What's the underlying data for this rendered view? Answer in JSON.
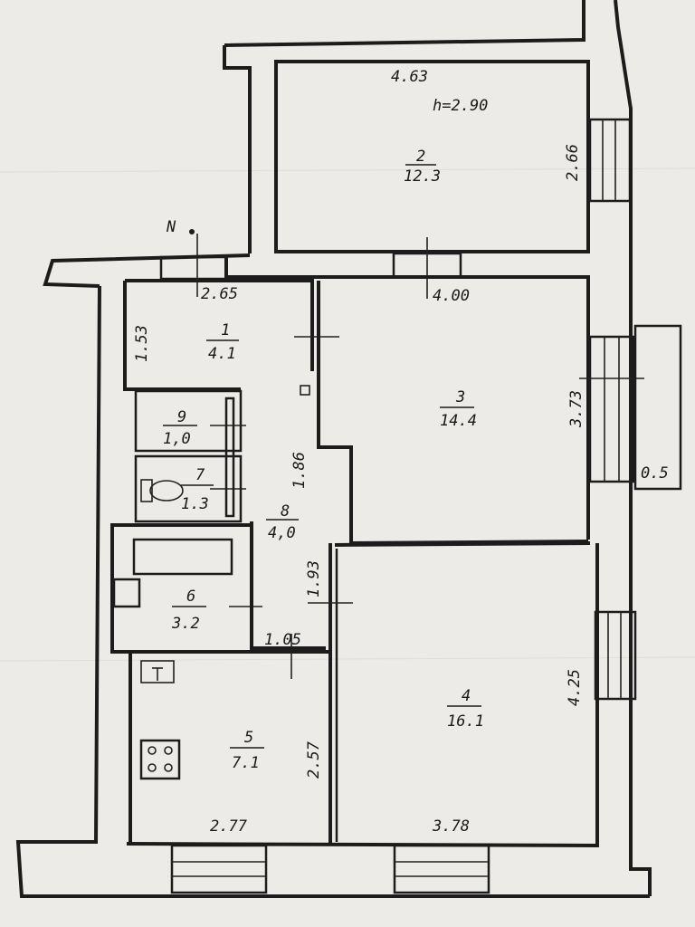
{
  "north_marker": "N",
  "ceiling_height": "h=2.90",
  "rooms": [
    {
      "id": "1",
      "area": "4.1"
    },
    {
      "id": "2",
      "area": "12.3"
    },
    {
      "id": "3",
      "area": "14.4"
    },
    {
      "id": "4",
      "area": "16.1"
    },
    {
      "id": "5",
      "area": "7.1"
    },
    {
      "id": "6",
      "area": "3.2"
    },
    {
      "id": "7",
      "area": "1.3"
    },
    {
      "id": "8",
      "area": "4,0"
    },
    {
      "id": "9",
      "area": "1,0"
    }
  ],
  "dimensions": {
    "room2_width": "4.63",
    "room2_depth": "2.66",
    "room3_width": "4.00",
    "room3_depth": "3.73",
    "room1_width": "2.65",
    "room1_depth": "1.53",
    "corridor_upper": "1.86",
    "corridor_lower": "1.93",
    "corridor_width": "1.05",
    "room4_depth": "4.25",
    "room4_width": "3.78",
    "room5_depth": "2.57",
    "room5_width": "2.77",
    "balcony_depth": "0.5"
  }
}
